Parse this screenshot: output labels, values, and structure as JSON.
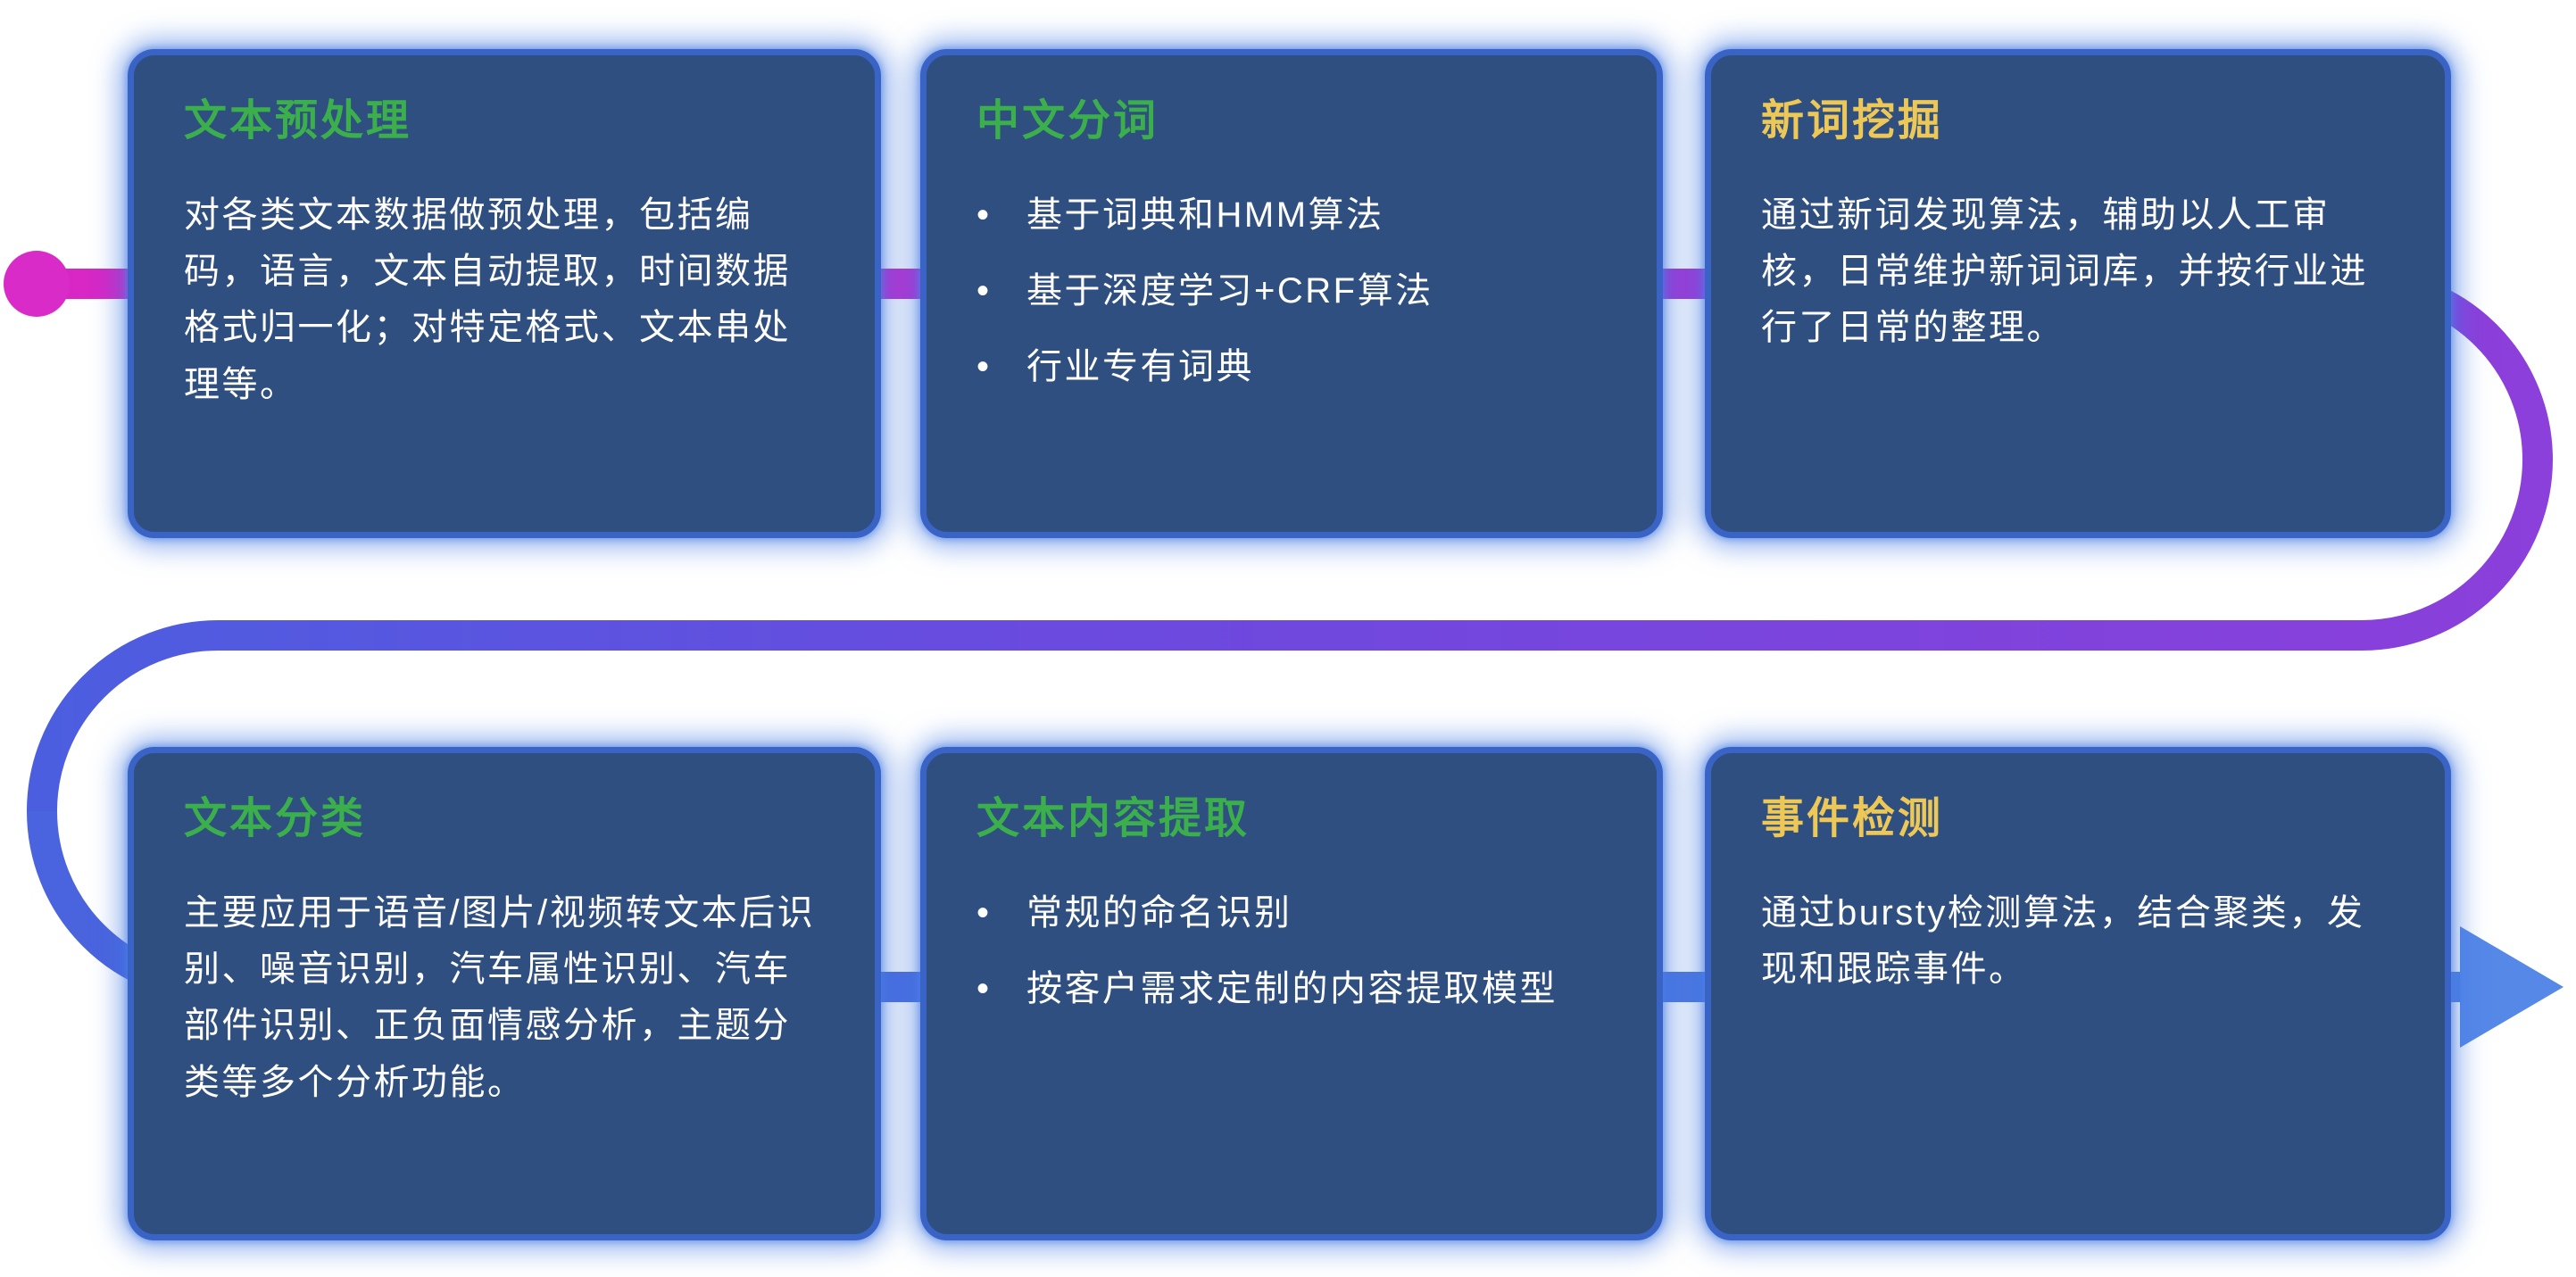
{
  "diagram": {
    "background": "#FFFFFF",
    "flow": {
      "start_dot_icon": "magenta-circle",
      "end_arrow_icon": "blue-right-arrow",
      "colors": {
        "start_magenta": "#D92BC8",
        "mid_purple": "#8B3FDB",
        "indigo": "#4C5EE0",
        "end_blue": "#4F83E5",
        "arrow_blue": "#5688E8"
      }
    },
    "card_style": {
      "background": "#2F4F80",
      "border": "#3A63C6",
      "body_text": "#FFFFFF",
      "title_green": "#3CAF4D",
      "title_yellow": "#EDC856"
    }
  },
  "bullet_marker": "•",
  "cards": [
    {
      "id": "text-preprocessing",
      "title": "文本预处理",
      "title_color": "#3CAF4D",
      "body": "对各类文本数据做预处理，包括编码，语言，文本自动提取，时间数据格式归一化；对特定格式、文本串处理等。"
    },
    {
      "id": "chinese-word-segmentation",
      "title": "中文分词",
      "title_color": "#3CAF4D",
      "bullets": [
        "基于词典和HMM算法",
        "基于深度学习+CRF算法",
        "行业专有词典"
      ]
    },
    {
      "id": "new-word-mining",
      "title": "新词挖掘",
      "title_color": "#EDC856",
      "body": "通过新词发现算法，辅助以人工审核，日常维护新词词库，并按行业进行了日常的整理。"
    },
    {
      "id": "text-classification",
      "title": "文本分类",
      "title_color": "#3CAF4D",
      "body": "主要应用于语音/图片/视频转文本后识别、噪音识别，汽车属性识别、汽车部件识别、正负面情感分析，主题分类等多个分析功能。"
    },
    {
      "id": "text-content-extraction",
      "title": "文本内容提取",
      "title_color": "#3CAF4D",
      "bullets": [
        "常规的命名识别",
        "按客户需求定制的内容提取模型"
      ]
    },
    {
      "id": "event-detection",
      "title": "事件检测",
      "title_color": "#EDC856",
      "body": "通过bursty检测算法，结合聚类，发现和跟踪事件。"
    }
  ]
}
